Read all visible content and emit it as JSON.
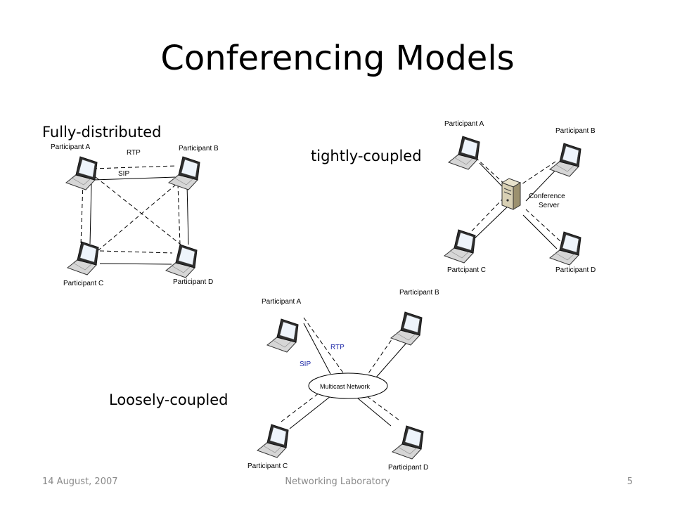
{
  "title": "Conferencing Models",
  "sections": {
    "fully_distributed": {
      "label": "Fully-distributed",
      "participants": [
        "Participant A",
        "Participant B",
        "Participant C",
        "Participant D"
      ],
      "protocols": {
        "rtp": "RTP",
        "sip": "SIP"
      }
    },
    "tightly_coupled": {
      "label": "tightly-coupled",
      "participants": [
        "Participant A",
        "Participant B",
        "Partcipant C",
        "Participant D"
      ],
      "server": [
        "Conference",
        "Server"
      ]
    },
    "loosely_coupled": {
      "label": "Loosely-coupled",
      "participants": [
        "Participant A",
        "Participant B",
        "Participant C",
        "Participant D"
      ],
      "protocols": {
        "rtp": "RTP",
        "sip": "SIP"
      },
      "network": "Multicast Network"
    }
  },
  "footer": {
    "date": "14 August, 2007",
    "center": "Networking Laboratory",
    "page": "5"
  },
  "colors": {
    "protocol_label": "#1f2aa8",
    "footer": "#8a8a8a"
  }
}
